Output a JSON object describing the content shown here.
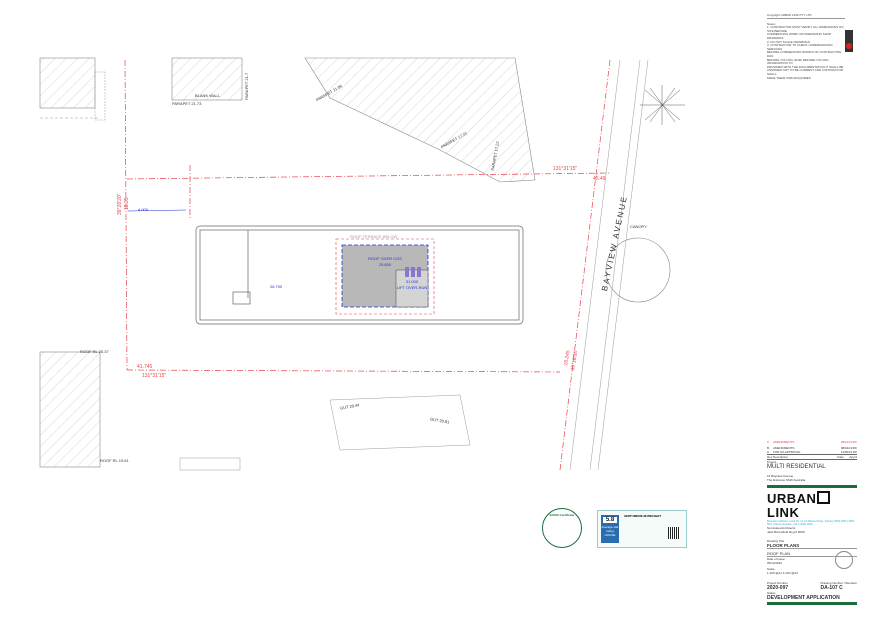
{
  "notes": {
    "copyright": "Copyright URBAN LINK PTY LTD",
    "heading": "Notes:",
    "lines": [
      "1. CONTRACTOR MUST VERIFY ALL DIMENSIONS ON SITE BEFORE",
      "COMMENCING WORK OR PREPARING SHOP DRAWINGS.",
      "2. DO NOT SCALE DRAWINGS.",
      "3. CONTRACTOR TO CHECK UNDERGROUND SERVICES",
      "BEFORE COMMENCING WORKS OF CONTRACTING DAN",
      "BEFORE YOU DIG (1100) BEFORE YOU DIG INFORMATION TO",
      "PROVIDED WITH THE DOCUMENTATION IT SHALL BE",
      "ASSUMED NOT TO BE CURRENT AND CONTRACTOR SHALL",
      "MAKE THEIR OWN ENQUIRIES"
    ]
  },
  "drawing": {
    "roof_over": "ROOF OVER COS",
    "roof_rl": "25.850",
    "lift_rl": "31.000",
    "lift_label": "LIFT OVER-RUN",
    "level_26700": "26.700",
    "street": "BAYVIEW AVENUE",
    "canopy": "CANOPY",
    "bearing_top": "131°31'15\"",
    "dist_top": "45.49",
    "bearing_bottom": "131°31'15\"",
    "dist_bottom": "41.745",
    "bearing_left": "39°28'20\"",
    "dist_left": "18.25",
    "bearing_right": "39°18'35\"",
    "dist_right": "18.245",
    "setback": "4.000",
    "blank_wall": "BLANK WALL",
    "parapet_1": "PARAPET 21.73",
    "parapet_2": "PARAPET 21.7",
    "parapet_3": "PARAPET 21.06",
    "parapet_4": "PARAPET 17.21",
    "parapet_5": "PARAPET 17.22",
    "roof_rl_1": "ROOF RL 20.37",
    "roof_rl_2": "ROOF RL 19.61",
    "gutter_1": "GUT 20.44",
    "gutter_2": "GUT 20.91",
    "roof_terrace": "ROOF TERRACE BELOW"
  },
  "badges": {
    "basix": "BASIX Certificate",
    "nathers_score": "5.8",
    "nathers_label": "Average star rating",
    "nathers_house": "HOUSE",
    "nathers_cert": "#ENTUMKRE-MJ56GSBJT"
  },
  "title_block": {
    "revisions": [
      {
        "rev": "C",
        "desc": "AMENDMENTS",
        "date": "05/12/22",
        "by": "DK"
      },
      {
        "rev": "B",
        "desc": "AMENDMENTS",
        "date": "08/02/22",
        "by": "DK"
      },
      {
        "rev": "A",
        "desc": "FOR DA APPROVAL",
        "date": "11/06/21",
        "by": "DK"
      }
    ],
    "rev_headers": [
      "Rev",
      "Description",
      "Date",
      "App'd"
    ],
    "project_label": "Project",
    "project": "MULTI RESIDENTIAL",
    "address_1": "16 Bayview Avenue",
    "address_2": "The Entrance NSW   Australia",
    "logo_left": "URBAN",
    "logo_right": "LINK",
    "contact": "Business Address: Level 10, 11-13 Alberta Street, Sydney NSW 2000 | ABN: 58 6 | Phone Number: +61 2 0000 0000",
    "architect": "Nominated Architects",
    "architect_2": "Jack Bonnefield Reg # 9009",
    "drawing_title_label": "Drawing Title",
    "drawing_title": "FLOOR PLANS",
    "sub_title": "ROOF PLAN",
    "date_label": "Date of Issue",
    "date": "05/12/2022",
    "scale_label": "Scale",
    "scale": "1:100 @A1 1:200 @A3",
    "project_number_label": "Project Number",
    "project_number": "2020-097",
    "drawing_number_label": "Drawing Number / Revision",
    "drawing_number": "DA-107",
    "revision": "C",
    "status_label": "Status",
    "status": "DEVELOPMENT APPLICATION"
  },
  "colors": {
    "red": "#e8424a",
    "blue": "#2233cc",
    "green": "#1a6e3c",
    "cyan": "#2aa8e0"
  }
}
